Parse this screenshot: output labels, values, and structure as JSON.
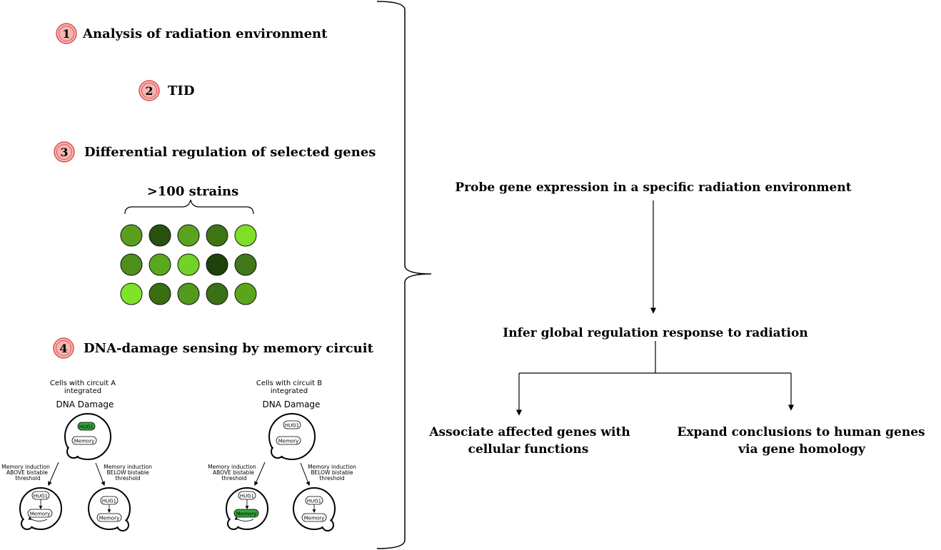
{
  "steps": [
    {
      "number": "1",
      "label": "Analysis of radiation environment"
    },
    {
      "number": "2",
      "label": "TID"
    },
    {
      "number": "3",
      "label": "Differential regulation of selected genes"
    },
    {
      "number": "4",
      "label": "DNA-damage sensing by memory circuit"
    }
  ],
  "strains": {
    "label": ">100 strains",
    "rows": [
      [
        "#5a9e1c",
        "#2a5010",
        "#5aa31e",
        "#3e7514",
        "#7ede28"
      ],
      [
        "#4e8e1a",
        "#5aa81e",
        "#72d226",
        "#1e4209",
        "#40781a"
      ],
      [
        "#7ee42a",
        "#3a6e13",
        "#519a1c",
        "#3a7016",
        "#5aa51e"
      ]
    ]
  },
  "circuitA": {
    "title_line1": "Cells with circuit A",
    "title_line2": "integrated",
    "damage_label": "DNA Damage",
    "gene": "HUG1",
    "memory": "Memory",
    "above_line1": "Memory induction",
    "above_line2": "ABOVE bistable",
    "above_line3": "threshold",
    "below_line1": "Memory induction",
    "below_line2": "BELOW bistable",
    "below_line3": "threshold",
    "gene_on": true,
    "above_memory_on": false
  },
  "circuitB": {
    "title_line1": "Cells with circuit B",
    "title_line2": "integrated",
    "damage_label": "DNA Damage",
    "gene": "HUG1",
    "memory": "Memory",
    "above_line1": "Memory induction",
    "above_line2": "ABOVE bistable",
    "above_line3": "threshold",
    "below_line1": "Memory induction",
    "below_line2": "BELOW bistable",
    "below_line3": "threshold",
    "gene_on": false,
    "above_memory_on": true
  },
  "flow": {
    "probe": "Probe gene expression in a specific radiation environment",
    "infer": "Infer global regulation response to radiation",
    "associate_line1": "Associate affected genes with",
    "associate_line2": "cellular functions",
    "expand_line1": "Expand conclusions to human genes",
    "expand_line2": "via gene homology"
  },
  "colors": {
    "badge_fill": "#f6b5b2",
    "badge_stroke": "#d9534f",
    "on_green": "#2fa83a",
    "stroke": "#000000"
  }
}
